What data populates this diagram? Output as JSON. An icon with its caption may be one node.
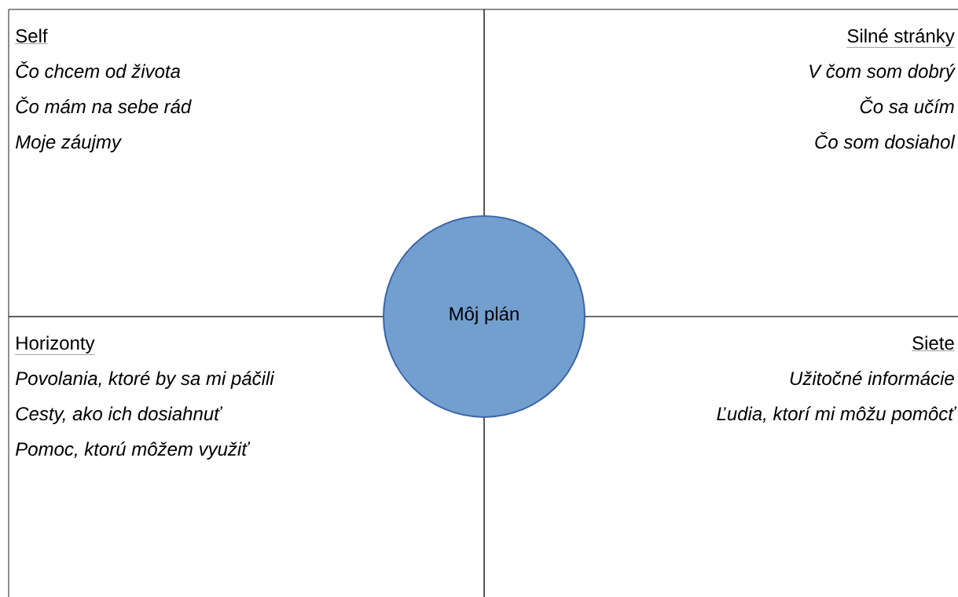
{
  "diagram": {
    "nodes": [
      {
        "text": [
          "Self",
          "Čo chcem od života",
          "Čo mám na sebe rád",
          "Moje záujmy"
        ]
      },
      {
        "text": [
          "Silné stránky",
          "V čom som dobrý",
          "Čo sa učím",
          "Čo som dosiahol"
        ]
      },
      {
        "text": [
          "Horizonty",
          "Povolania, ktoré by sa mi páčili",
          "Cesty, ako ich dosiahnuť",
          "Pomoc, ktorú môžem využiť"
        ]
      },
      {
        "text": [
          "Siete",
          "Užitočné informácie",
          "Ľudia, ktorí mi môžu pomôcť"
        ]
      },
      {
        "text": [
          "Môj plán"
        ]
      }
    ]
  }
}
